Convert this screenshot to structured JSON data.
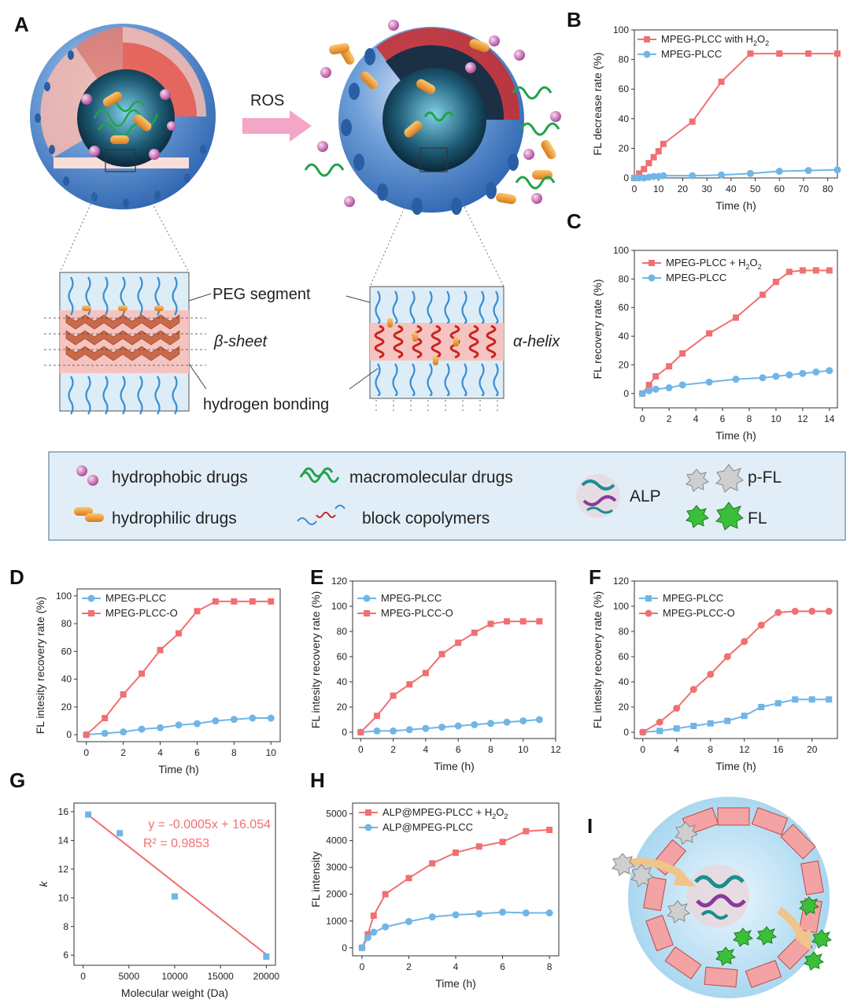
{
  "panel_letters": {
    "A": "A",
    "B": "B",
    "C": "C",
    "D": "D",
    "E": "E",
    "F": "F",
    "G": "G",
    "H": "H",
    "I": "I"
  },
  "schematic": {
    "ros": "ROS",
    "peg_segment": "PEG segment",
    "beta_sheet": "β-sheet",
    "alpha_helix": "α-helix",
    "hydrogen_bonding": "hydrogen bonding"
  },
  "legend_box": {
    "hydrophobic": "hydrophobic drugs",
    "hydrophilic": "hydrophilic drugs",
    "macromolecular": "macromolecular drugs",
    "block_copolymers": "block copolymers",
    "alp": "ALP",
    "pfl": "p-FL",
    "fl": "FL"
  },
  "colors": {
    "red": "#f07070",
    "blue": "#6fb6e6",
    "shell": "#3f7fc6",
    "pink_band": "#f6c0c0"
  },
  "chart_data": [
    {
      "id": "B",
      "type": "line",
      "xlabel": "Time (h)",
      "ylabel": "FL decrease rate (%)",
      "xlim": [
        0,
        84
      ],
      "ylim": [
        0,
        100
      ],
      "xticks": [
        0,
        10,
        20,
        30,
        40,
        50,
        60,
        70,
        80
      ],
      "yticks": [
        0,
        20,
        40,
        60,
        80,
        100
      ],
      "legend_position": "top-left",
      "series": [
        {
          "name": "MPEG-PLCC with H2O2",
          "color": "#f07070",
          "marker": "square",
          "x": [
            0,
            2,
            4,
            6,
            8,
            10,
            12,
            24,
            36,
            48,
            60,
            72,
            84
          ],
          "y": [
            0,
            3,
            6,
            10,
            14,
            18,
            23,
            38,
            65,
            84,
            84,
            84,
            84
          ]
        },
        {
          "name": "MPEG-PLCC",
          "color": "#6fb6e6",
          "marker": "circle",
          "x": [
            0,
            2,
            4,
            6,
            8,
            10,
            12,
            24,
            36,
            48,
            60,
            72,
            84
          ],
          "y": [
            0,
            0,
            0,
            0.5,
            1,
            1,
            1.5,
            1.5,
            2,
            3,
            4.5,
            5,
            5.5
          ]
        }
      ]
    },
    {
      "id": "C",
      "type": "line",
      "xlabel": "Time (h)",
      "ylabel": "FL recovery rate (%)",
      "xlim": [
        -0.6,
        14.6
      ],
      "ylim": [
        -10,
        100
      ],
      "xticks": [
        0,
        2,
        4,
        6,
        8,
        10,
        12,
        14
      ],
      "yticks": [
        0,
        20,
        40,
        60,
        80,
        100
      ],
      "legend_position": "top-left",
      "series": [
        {
          "name": "MPEG-PLCC + H2O2",
          "color": "#f07070",
          "marker": "square",
          "x": [
            0,
            0.5,
            1,
            2,
            3,
            5,
            7,
            9,
            10,
            11,
            12,
            13,
            14
          ],
          "y": [
            0,
            6,
            12,
            19,
            28,
            42,
            53,
            69,
            78,
            85,
            86,
            86,
            86
          ]
        },
        {
          "name": "MPEG-PLCC",
          "color": "#6fb6e6",
          "marker": "circle",
          "x": [
            0,
            0.5,
            1,
            2,
            3,
            5,
            7,
            9,
            10,
            11,
            12,
            13,
            14
          ],
          "y": [
            0,
            2,
            3,
            4,
            6,
            8,
            10,
            11,
            12,
            13,
            14,
            15,
            16
          ]
        }
      ]
    },
    {
      "id": "D",
      "type": "line",
      "xlabel": "Time (h)",
      "ylabel": "FL intesity recovery rate (%)",
      "xlim": [
        -0.5,
        10.5
      ],
      "ylim": [
        -5,
        105
      ],
      "xticks": [
        0,
        2,
        4,
        6,
        8,
        10
      ],
      "yticks": [
        0,
        20,
        40,
        60,
        80,
        100
      ],
      "legend_position": "top-left",
      "series": [
        {
          "name": "MPEG-PLCC",
          "color": "#6fb6e6",
          "marker": "circle",
          "x": [
            0,
            1,
            2,
            3,
            4,
            5,
            6,
            7,
            8,
            9,
            10
          ],
          "y": [
            0,
            1,
            2,
            4,
            5,
            7,
            8,
            10,
            11,
            12,
            12
          ]
        },
        {
          "name": "MPEG-PLCC-O",
          "color": "#f07070",
          "marker": "square",
          "x": [
            0,
            1,
            2,
            3,
            4,
            5,
            6,
            7,
            8,
            9,
            10
          ],
          "y": [
            0,
            12,
            29,
            44,
            61,
            73,
            89,
            96,
            96,
            96,
            96
          ]
        }
      ]
    },
    {
      "id": "E",
      "type": "line",
      "xlabel": "Time (h)",
      "ylabel": "FL intesity recovery rate (%)",
      "xlim": [
        -0.5,
        12
      ],
      "ylim": [
        -5,
        120
      ],
      "xticks": [
        0,
        2,
        4,
        6,
        8,
        10,
        12
      ],
      "yticks": [
        0,
        20,
        40,
        60,
        80,
        100,
        120
      ],
      "legend_position": "top-left",
      "series": [
        {
          "name": "MPEG-PLCC",
          "color": "#6fb6e6",
          "marker": "circle",
          "x": [
            0,
            1,
            2,
            3,
            4,
            5,
            6,
            7,
            8,
            9,
            10,
            11
          ],
          "y": [
            0,
            1,
            1,
            2,
            3,
            4,
            5,
            6,
            7,
            8,
            9,
            10
          ]
        },
        {
          "name": "MPEG-PLCC-O",
          "color": "#f07070",
          "marker": "square",
          "x": [
            0,
            1,
            2,
            3,
            4,
            5,
            6,
            7,
            8,
            9,
            10,
            11
          ],
          "y": [
            0,
            13,
            29,
            38,
            47,
            62,
            71,
            79,
            86,
            88,
            88,
            88
          ]
        }
      ]
    },
    {
      "id": "F",
      "type": "line",
      "xlabel": "Time (h)",
      "ylabel": "FL intesity recovery rate (%)",
      "xlim": [
        -1,
        23
      ],
      "ylim": [
        -5,
        120
      ],
      "xticks": [
        0,
        4,
        8,
        12,
        16,
        20
      ],
      "yticks": [
        0,
        20,
        40,
        60,
        80,
        100,
        120
      ],
      "legend_position": "top-left",
      "series": [
        {
          "name": "MPEG-PLCC",
          "color": "#6fb6e6",
          "marker": "square",
          "x": [
            0,
            2,
            4,
            6,
            8,
            10,
            12,
            14,
            16,
            18,
            20,
            22
          ],
          "y": [
            0,
            1,
            3,
            5,
            7,
            9,
            13,
            20,
            23,
            26,
            26,
            26
          ]
        },
        {
          "name": "MPEG-PLCC-O",
          "color": "#f07070",
          "marker": "circle",
          "x": [
            0,
            2,
            4,
            6,
            8,
            10,
            12,
            14,
            16,
            18,
            20,
            22
          ],
          "y": [
            0,
            8,
            19,
            34,
            46,
            60,
            72,
            85,
            95,
            96,
            96,
            96
          ]
        }
      ]
    },
    {
      "id": "G",
      "type": "scatter",
      "xlabel": "Molecular weight (Da)",
      "ylabel": "k",
      "xlim": [
        -1000,
        21000
      ],
      "ylim": [
        5.3,
        16.6
      ],
      "xticks": [
        0,
        5000,
        10000,
        15000,
        20000
      ],
      "yticks": [
        6,
        8,
        10,
        12,
        14,
        16
      ],
      "points": {
        "color": "#6fb6e6",
        "x": [
          550,
          4000,
          10000,
          20000
        ],
        "y": [
          15.8,
          14.5,
          10.1,
          5.9
        ]
      },
      "fit": {
        "color": "#f07070",
        "slope": -0.0005,
        "intercept": 16.054,
        "x": [
          550,
          20000
        ]
      },
      "annotations": {
        "equation": "y = -0.0005x + 16.054",
        "r2": "R² = 0.9853"
      }
    },
    {
      "id": "H",
      "type": "line",
      "xlabel": "Time (h)",
      "ylabel": "FL intensity",
      "xlim": [
        -0.4,
        8.4
      ],
      "ylim": [
        -300,
        5400
      ],
      "xticks": [
        0,
        2,
        4,
        6,
        8
      ],
      "yticks": [
        0,
        1000,
        2000,
        3000,
        4000,
        5000
      ],
      "legend_position": "top-left",
      "series": [
        {
          "name": "ALP@MPEG-PLCC + H2O2",
          "color": "#f07070",
          "marker": "square",
          "x": [
            0,
            0.25,
            0.5,
            1,
            2,
            3,
            4,
            5,
            6,
            7,
            8
          ],
          "y": [
            0,
            500,
            1200,
            2000,
            2600,
            3150,
            3550,
            3780,
            3950,
            4350,
            4400
          ]
        },
        {
          "name": "ALP@MPEG-PLCC",
          "color": "#6fb6e6",
          "marker": "circle",
          "x": [
            0,
            0.25,
            0.5,
            1,
            2,
            3,
            4,
            5,
            6,
            7,
            8
          ],
          "y": [
            0,
            380,
            580,
            780,
            980,
            1150,
            1230,
            1270,
            1330,
            1300,
            1300
          ]
        }
      ]
    }
  ]
}
